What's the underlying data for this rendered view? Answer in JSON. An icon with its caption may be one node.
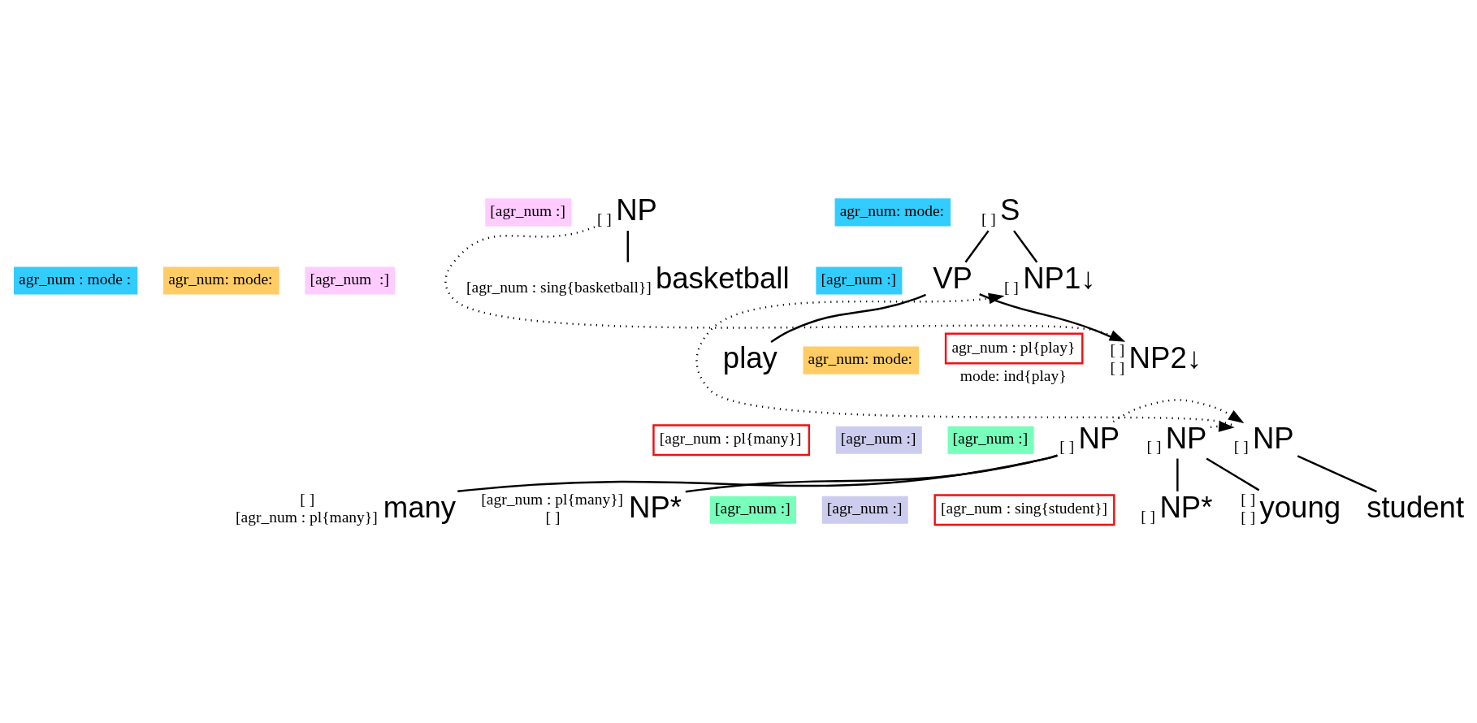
{
  "diagram": {
    "nodes": [
      {
        "text": [
          "S"
        ],
        "beside": [
          "[ ]"
        ]
      },
      {
        "text": [
          "NP1↓"
        ],
        "beside": [
          "[ ]"
        ]
      },
      {
        "text": [
          "VP"
        ]
      },
      {
        "text": [
          "play"
        ]
      },
      {
        "text": [
          "NP2↓"
        ],
        "beside": [
          "[ ]",
          "[ ]"
        ]
      },
      {
        "text": [
          "NP"
        ],
        "beside": [
          "[ ]"
        ]
      },
      {
        "text": [
          "basketball"
        ],
        "beside": [
          "[agr_num : sing{basketball}]"
        ]
      },
      {
        "text": [
          "NP"
        ],
        "beside": [
          "[ ]"
        ]
      },
      {
        "text": [
          "many"
        ],
        "beside": [
          "[ ]",
          "[agr_num : pl{many}]"
        ]
      },
      {
        "text": [
          "NP*"
        ],
        "beside": [
          "[agr_num : pl{many}]",
          "[ ]"
        ]
      },
      {
        "text": [
          "NP"
        ],
        "beside": [
          "[ ]"
        ]
      },
      {
        "text": [
          "young"
        ],
        "beside": [
          "[ ]",
          "[ ]"
        ]
      },
      {
        "text": [
          "NP*"
        ],
        "beside": [
          "[ ]"
        ]
      },
      {
        "text": [
          "NP"
        ],
        "beside": [
          "[ ]"
        ]
      },
      {
        "text": [
          "student"
        ]
      },
      {
        "text": [
          "agr_num: mode:"
        ]
      },
      {
        "text": [
          "[agr_num :]"
        ]
      },
      {
        "text": [
          "agr_num : mode :"
        ]
      },
      {
        "text": [
          "agr_num: mode:"
        ]
      },
      {
        "text": [
          "agr_num: mode:"
        ]
      },
      {
        "text": [
          "agr_num : pl{play}"
        ],
        "beside": [
          "mode: ind{play}"
        ]
      },
      {
        "text": [
          "[agr_num :]"
        ]
      },
      {
        "text": [
          "[agr_num  :]"
        ]
      },
      {
        "text": [
          "[agr_num : pl{many}]"
        ]
      },
      {
        "text": [
          "[agr_num :]"
        ]
      },
      {
        "text": [
          "[agr_num :]"
        ]
      },
      {
        "text": [
          "[agr_num :]"
        ]
      },
      {
        "text": [
          "[agr_num :]"
        ]
      },
      {
        "text": [
          "[agr_num : sing{student}]"
        ]
      }
    ],
    "edges": [
      {
        "from": 0,
        "to": 1,
        "arrow": "none"
      },
      {
        "from": 0,
        "to": 2,
        "arrow": "none"
      },
      {
        "from": 2,
        "to": 3,
        "arrow": "none"
      },
      {
        "from": 2,
        "to": 4,
        "arrow": "none"
      },
      {
        "from": 5,
        "to": 6,
        "arrow": "none"
      },
      {
        "from": 5,
        "to": 4,
        "arrow": "to",
        "style": "dashed"
      },
      {
        "from": 13,
        "to": 1,
        "arrow": "to",
        "style": "dashed"
      },
      {
        "from": 7,
        "to": 8,
        "arrow": "none"
      },
      {
        "from": 7,
        "to": 9,
        "arrow": "none"
      },
      {
        "from": 7,
        "to": 13,
        "arrow": "to",
        "style": "dashed"
      },
      {
        "from": 10,
        "to": 11,
        "arrow": "none"
      },
      {
        "from": 10,
        "to": 12,
        "arrow": "none"
      },
      {
        "from": 10,
        "to": 13,
        "arrow": "to",
        "style": "dashed"
      },
      {
        "from": 13,
        "to": 14,
        "arrow": "none"
      }
    ]
  }
}
